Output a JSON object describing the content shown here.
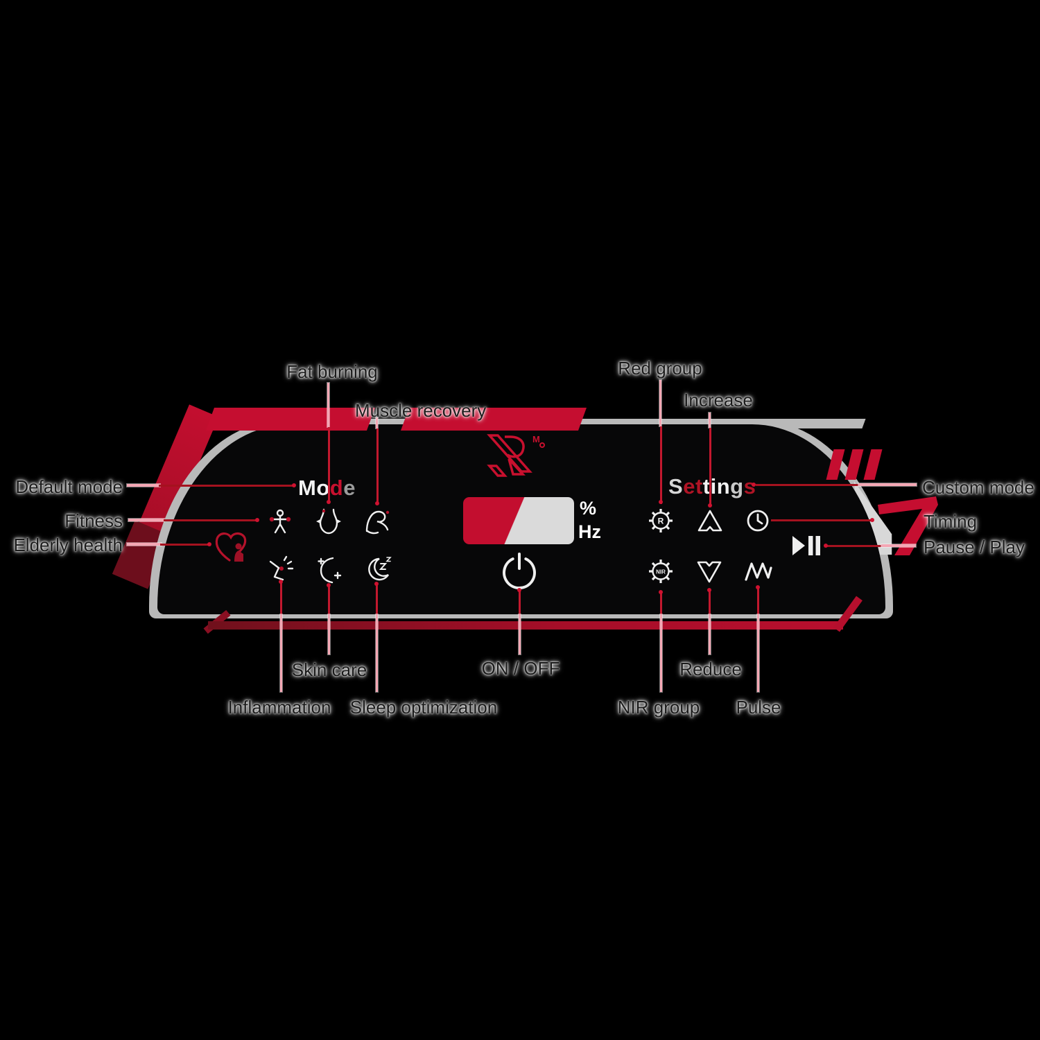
{
  "panel": {
    "logo": {
      "superscript": "M"
    },
    "mode_heading": {
      "part_white": "Mo",
      "part_red": "d",
      "part_gray": "e"
    },
    "settings_heading": {
      "l1": "S",
      "l2": "e",
      "l3": "t",
      "l4": "t",
      "l5": "i",
      "l6": "n",
      "l7": "g",
      "l8": "s"
    },
    "display": {
      "percent_unit": "%",
      "frequency_unit": "Hz"
    },
    "buttons": {
      "red_group_glyph": "R",
      "nir_group_glyph": "NIR"
    }
  },
  "callouts": {
    "fat_burning": "Fat burning",
    "muscle_recovery": "Muscle recovery",
    "red_group": "Red group",
    "increase": "Increase",
    "default_mode": "Default mode",
    "fitness": "Fitness",
    "elderly_health": "Elderly health",
    "custom_mode": "Custom mode",
    "timing": "Timing",
    "pause_play": "Pause / Play",
    "skin_care": "Skin care",
    "on_off": "ON / OFF",
    "reduce": "Reduce",
    "inflammation": "Inflammation",
    "sleep_optimization": "Sleep optimization",
    "nir_group": "NIR group",
    "pulse": "Pulse"
  },
  "colors": {
    "accent_red": "#c8102e",
    "stripe_crimson": "#c50e30",
    "dark_red": "#6d0e1c",
    "panel_black": "#070708",
    "display_red": "#c30e2f",
    "display_gray": "#dadada",
    "icon_white": "#efefef",
    "line_pink": "#f4a7b4",
    "line_red": "#a5121f",
    "label_text": "#1b1b1b"
  }
}
